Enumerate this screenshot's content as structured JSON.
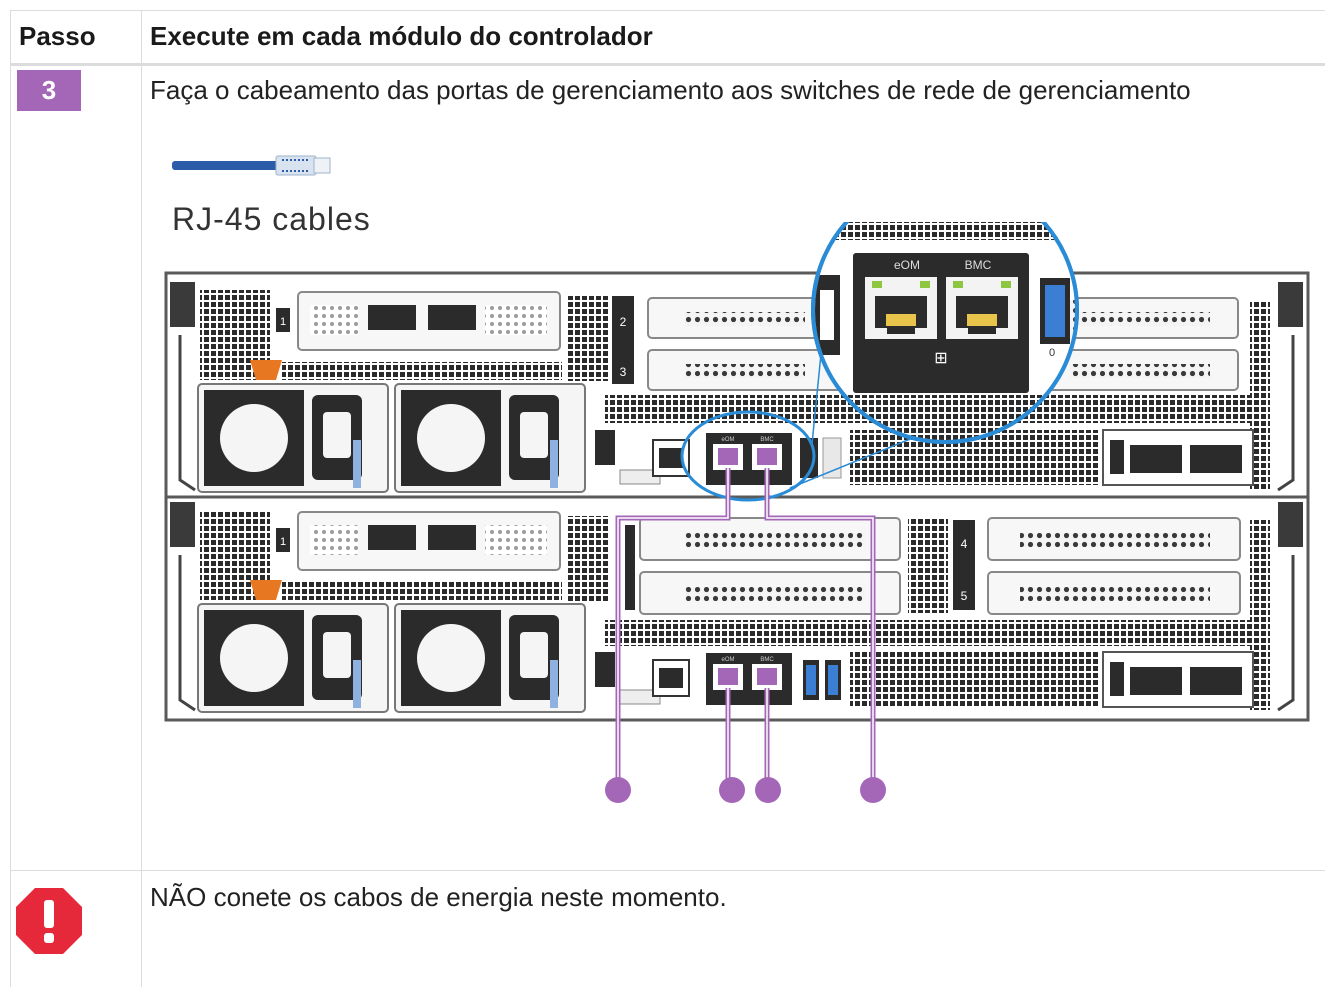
{
  "table": {
    "headers": [
      "Passo",
      "Execute em cada módulo do controlador"
    ],
    "rows": [
      {
        "step": "3",
        "text": "Faça o cabeamento das portas de gerenciamento aos switches de rede de gerenciamento",
        "figure": {
          "cable_label": "RJ-45 cables",
          "zoom_port_labels": [
            "eOM",
            "BMC"
          ],
          "zoom_usb_label": "0",
          "slot_labels_top": [
            "1",
            "2",
            "3"
          ],
          "slot_labels_bottom": [
            "1",
            "4",
            "5"
          ],
          "port_labels_small": [
            "eOM",
            "BMC"
          ],
          "accent_color": "#a467b8",
          "cable_color": "#2a5caa",
          "callout_color": "#2a8bd6"
        }
      },
      {
        "icon": "warning-icon",
        "text": "NÃO conete os cabos de energia neste momento.",
        "icon_color": "#e5293a"
      }
    ]
  }
}
